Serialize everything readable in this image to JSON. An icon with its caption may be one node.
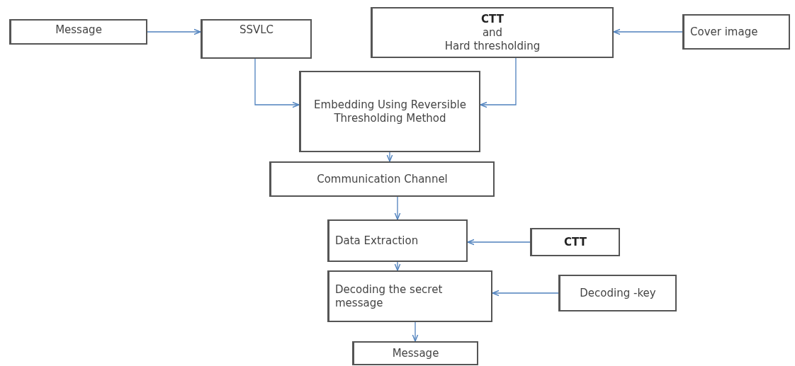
{
  "diagram": {
    "nodes": [
      {
        "text": [
          "Message"
        ]
      },
      {
        "text": [
          "SSVLC"
        ]
      },
      {
        "text": [
          "CTT",
          "and",
          "Hard thresholding"
        ]
      },
      {
        "text": [
          "Cover image"
        ]
      },
      {
        "text": [
          "Embedding Using Reversible Thresholding Method"
        ]
      },
      {
        "text": [
          "Communication Channel"
        ]
      },
      {
        "text": [
          "Data Extraction"
        ]
      },
      {
        "text": [
          "CTT"
        ]
      },
      {
        "text": [
          "Decoding the secret message"
        ]
      },
      {
        "text": [
          "Decoding -key"
        ]
      },
      {
        "text": [
          "Message"
        ]
      }
    ],
    "edges": [
      {
        "from": 0,
        "to": 1,
        "arrow": "to"
      },
      {
        "from": 1,
        "to": 4,
        "arrow": "to"
      },
      {
        "from": 3,
        "to": 2,
        "arrow": "to"
      },
      {
        "from": 2,
        "to": 4,
        "arrow": "to"
      },
      {
        "from": 4,
        "to": 5,
        "arrow": "to"
      },
      {
        "from": 5,
        "to": 6,
        "arrow": "to"
      },
      {
        "from": 7,
        "to": 6,
        "arrow": "to"
      },
      {
        "from": 6,
        "to": 8,
        "arrow": "to"
      },
      {
        "from": 9,
        "to": 8,
        "arrow": "to"
      },
      {
        "from": 8,
        "to": 10,
        "arrow": "to"
      }
    ]
  }
}
